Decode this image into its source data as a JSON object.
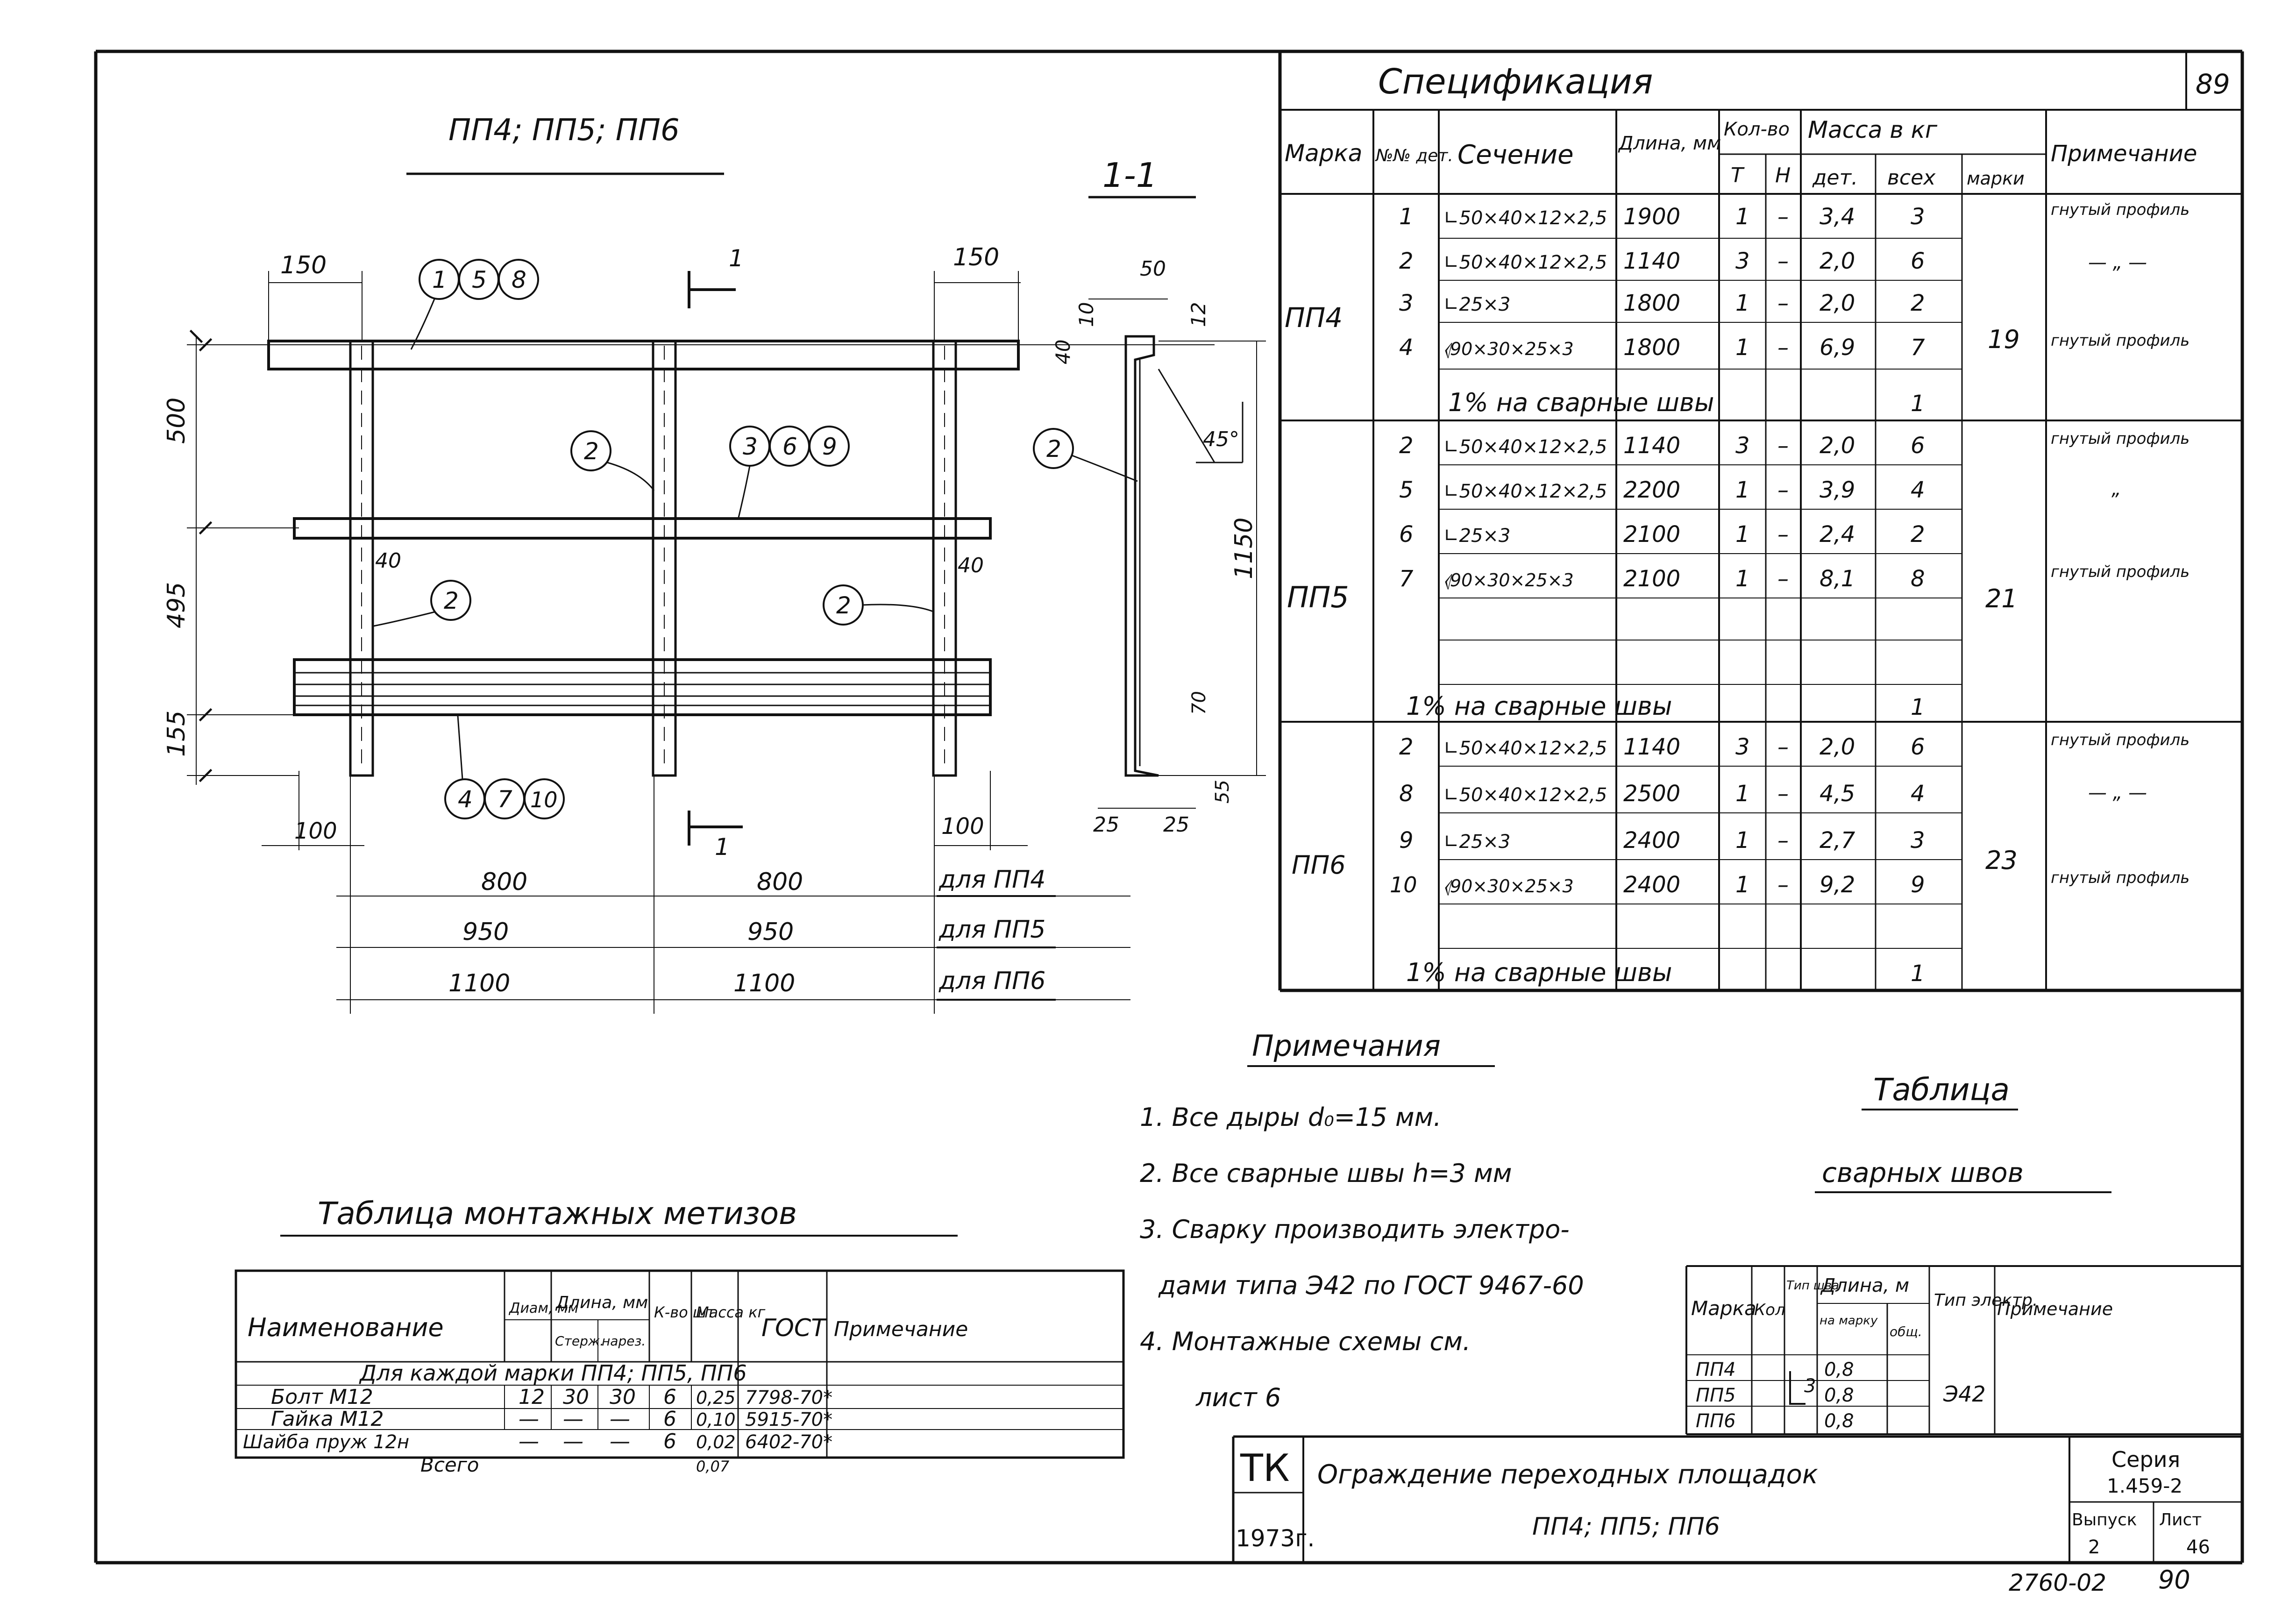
{
  "drawing": {
    "title": "ПП4; ПП5; ПП6",
    "section_label": "1-1",
    "section_mark": "1",
    "dims": {
      "top_left": "150",
      "top_right": "150",
      "left_overhang": "40",
      "right_overhang": "40",
      "height_top": "500",
      "height_mid": "495",
      "height_bottom": "155",
      "bottom_left": "100",
      "bottom_right": "100",
      "sec_50": "50",
      "sec_10": "10",
      "sec_12": "12",
      "sec_40": "40",
      "sec_45": "45°",
      "sec_1150": "1150",
      "sec_70": "70",
      "sec_55": "55",
      "sec_25a": "25",
      "sec_25b": "25"
    },
    "callouts": {
      "top": [
        "1",
        "5",
        "8"
      ],
      "mid": [
        "3",
        "6",
        "9"
      ],
      "bottom": [
        "4",
        "7",
        "10"
      ],
      "post_a": "2",
      "post_b": "2",
      "post_c": "2",
      "section_post": "2"
    },
    "spans": [
      {
        "a": "800",
        "b": "800",
        "label": "для ПП4"
      },
      {
        "a": "950",
        "b": "950",
        "label": "для ПП5"
      },
      {
        "a": "1100",
        "b": "1100",
        "label": "для ПП6"
      }
    ]
  },
  "spec": {
    "title": "Спецификация",
    "sheet_no": "89",
    "headers": {
      "mark": "Марка",
      "det_no": "№№ дет.",
      "section": "Сечение",
      "length": "Длина, мм",
      "qty": "Кол-во",
      "t": "Т",
      "n": "Н",
      "mass": "Масса в кг",
      "m_det": "дет.",
      "m_all": "всех",
      "m_mark": "марки",
      "note": "Примечание"
    },
    "groups": [
      {
        "mark": "ПП4",
        "mark_mass": "19",
        "rows": [
          {
            "det": "1",
            "section": "∟50×40×12×2,5",
            "length": "1900",
            "t": "1",
            "n": "–",
            "det_mass": "3,4",
            "all": "3",
            "note": "гнутый профиль"
          },
          {
            "det": "2",
            "section": "∟50×40×12×2,5",
            "length": "1140",
            "t": "3",
            "n": "–",
            "det_mass": "2,0",
            "all": "6",
            "note": "— „ —"
          },
          {
            "det": "3",
            "section": "∟25×3",
            "length": "1800",
            "t": "1",
            "n": "–",
            "det_mass": "2,0",
            "all": "2",
            "note": ""
          },
          {
            "det": "4",
            "section": "⦉90×30×25×3",
            "length": "1800",
            "t": "1",
            "n": "–",
            "det_mass": "6,9",
            "all": "7",
            "note": "гнутый профиль"
          }
        ],
        "weld": "1% на сварные швы",
        "weld_mass": "1"
      },
      {
        "mark": "ПП5",
        "mark_mass": "21",
        "rows": [
          {
            "det": "2",
            "section": "∟50×40×12×2,5",
            "length": "1140",
            "t": "3",
            "n": "–",
            "det_mass": "2,0",
            "all": "6",
            "note": "гнутый профиль"
          },
          {
            "det": "5",
            "section": "∟50×40×12×2,5",
            "length": "2200",
            "t": "1",
            "n": "–",
            "det_mass": "3,9",
            "all": "4",
            "note": "„"
          },
          {
            "det": "6",
            "section": "∟25×3",
            "length": "2100",
            "t": "1",
            "n": "–",
            "det_mass": "2,4",
            "all": "2",
            "note": ""
          },
          {
            "det": "7",
            "section": "⦉90×30×25×3",
            "length": "2100",
            "t": "1",
            "n": "–",
            "det_mass": "8,1",
            "all": "8",
            "note": "гнутый профиль"
          }
        ],
        "weld": "1% на сварные швы",
        "weld_mass": "1"
      },
      {
        "mark": "ПП6",
        "mark_mass": "23",
        "rows": [
          {
            "det": "2",
            "section": "∟50×40×12×2,5",
            "length": "1140",
            "t": "3",
            "n": "–",
            "det_mass": "2,0",
            "all": "6",
            "note": "гнутый профиль"
          },
          {
            "det": "8",
            "section": "∟50×40×12×2,5",
            "length": "2500",
            "t": "1",
            "n": "–",
            "det_mass": "4,5",
            "all": "4",
            "note": "— „ —"
          },
          {
            "det": "9",
            "section": "∟25×3",
            "length": "2400",
            "t": "1",
            "n": "–",
            "det_mass": "2,7",
            "all": "3",
            "note": ""
          },
          {
            "det": "10",
            "section": "⦉90×30×25×3",
            "length": "2400",
            "t": "1",
            "n": "–",
            "det_mass": "9,2",
            "all": "9",
            "note": "гнутый профиль"
          }
        ],
        "weld": "1% на сварные швы",
        "weld_mass": "1"
      }
    ]
  },
  "notes": {
    "title": "Примечания",
    "items": [
      "1. Все дыры d₀=15 мм.",
      "2. Все сварные швы h=3 мм",
      "3. Сварку производить электро-",
      "дами типа Э42 по ГОСТ 9467-60",
      "4. Монтажные схемы см.",
      "лист 6"
    ]
  },
  "hardware": {
    "title": "Таблица монтажных метизов",
    "headers": {
      "name": "Наименование",
      "diam": "Диам, мм",
      "len": "Длина, мм",
      "len_rod": "Стерж.",
      "len_thread": "нарез.",
      "qty": "К-во шт",
      "mass": "Масса кг",
      "gost": "ГОСТ",
      "note": "Примечание"
    },
    "subheader": "Для каждой марки ПП4; ПП5, ПП6",
    "rows": [
      {
        "name": "Болт М12",
        "diam": "12",
        "rod": "30",
        "thread": "30",
        "qty": "6",
        "mass": "0,25",
        "gost": "7798-70*",
        "note": ""
      },
      {
        "name": "Гайка М12",
        "diam": "—",
        "rod": "—",
        "thread": "—",
        "qty": "6",
        "mass": "0,10",
        "gost": "5915-70*",
        "note": ""
      },
      {
        "name": "Шайба пруж 12н",
        "diam": "—",
        "rod": "—",
        "thread": "—",
        "qty": "6",
        "mass": "0,02",
        "gost": "6402-70*",
        "note": ""
      }
    ],
    "total_label": "Всего",
    "total_mass": "0,07"
  },
  "welds": {
    "title1": "Таблица",
    "title2": "сварных швов",
    "headers": {
      "mark": "Марка",
      "qty": "Кол",
      "type": "Тип шва",
      "len": "Длина, м",
      "len_mark": "на марку",
      "len_total": "общ.",
      "electrode": "Тип электр.",
      "note": "Примечание"
    },
    "rows": [
      {
        "mark": "ПП4",
        "len": "0,8"
      },
      {
        "mark": "ПП5",
        "len": "0,8"
      },
      {
        "mark": "ПП6",
        "len": "0,8"
      }
    ],
    "weld_type": "3",
    "electrode": "Э42"
  },
  "stamp": {
    "org": "ТК",
    "year": "1973г.",
    "title_line1": "Ограждение переходных площадок",
    "title_line2": "ПП4; ПП5; ПП6",
    "series_label": "Серия",
    "series": "1.459-2",
    "issue_label": "Выпуск",
    "issue": "2",
    "sheet_label": "Лист",
    "sheet": "46"
  },
  "archive_no": "2760-02",
  "archive_sheet": "90"
}
